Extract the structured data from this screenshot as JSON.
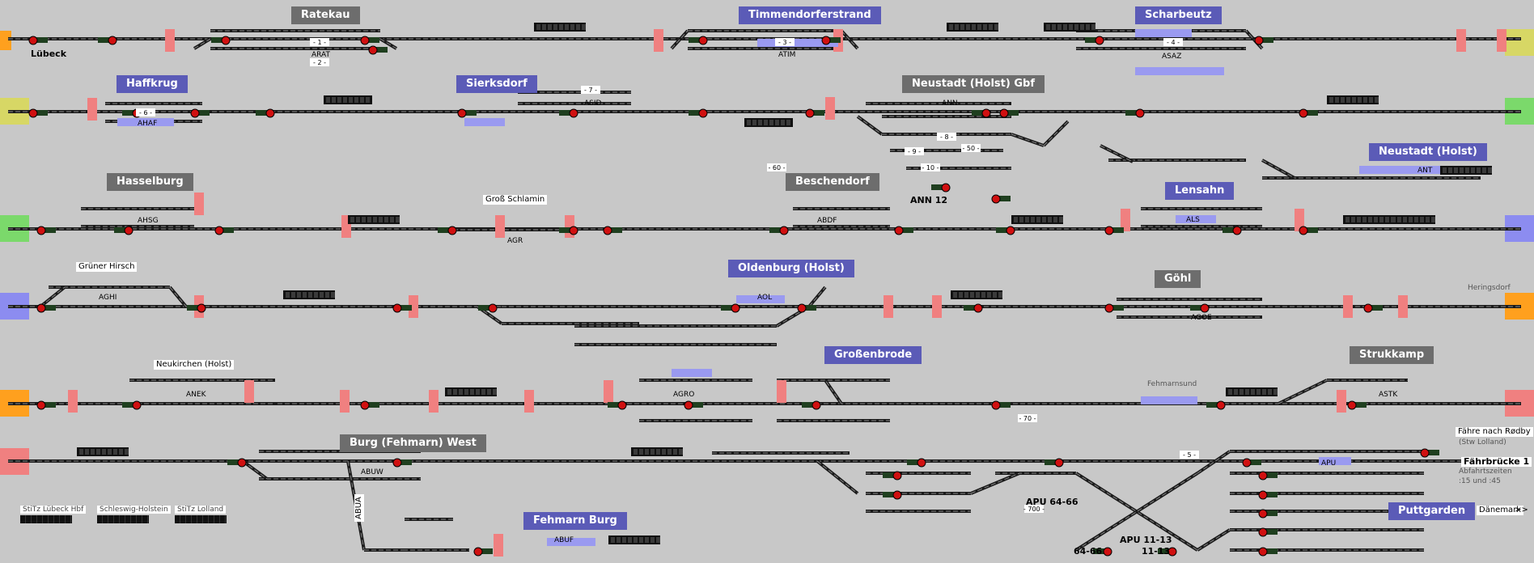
{
  "stations": [
    {
      "id": "ratekau",
      "name": "Ratekau",
      "style": "grey"
    },
    {
      "id": "timmendorferstrand",
      "name": "Timmendorferstrand",
      "style": "blue"
    },
    {
      "id": "scharbeutz",
      "name": "Scharbeutz",
      "style": "blue"
    },
    {
      "id": "haffkrug",
      "name": "Haffkrug",
      "style": "blue"
    },
    {
      "id": "sierksdorf",
      "name": "Sierksdorf",
      "style": "blue"
    },
    {
      "id": "neustadt_gbf",
      "name": "Neustadt (Holst) Gbf",
      "style": "grey"
    },
    {
      "id": "neustadt",
      "name": "Neustadt (Holst)",
      "style": "blue"
    },
    {
      "id": "hasselburg",
      "name": "Hasselburg",
      "style": "grey"
    },
    {
      "id": "beschendorf",
      "name": "Beschendorf",
      "style": "grey"
    },
    {
      "id": "lensahn",
      "name": "Lensahn",
      "style": "blue"
    },
    {
      "id": "oldenburg",
      "name": "Oldenburg (Holst)",
      "style": "blue"
    },
    {
      "id": "goehl",
      "name": "Göhl",
      "style": "grey"
    },
    {
      "id": "grossenbrode",
      "name": "Großenbrode",
      "style": "blue"
    },
    {
      "id": "strukkamp",
      "name": "Strukkamp",
      "style": "grey"
    },
    {
      "id": "burg_west",
      "name": "Burg (Fehmarn) West",
      "style": "grey"
    },
    {
      "id": "fehmarn_burg",
      "name": "Fehmarn Burg",
      "style": "blue"
    },
    {
      "id": "puttgarden",
      "name": "Puttgarden",
      "style": "blue"
    }
  ],
  "labels": {
    "luebeck": "Lübeck",
    "gross_schlamin": "Groß Schlamin",
    "gruener_hirsch": "Grüner Hirsch",
    "neukirchen": "Neukirchen (Holst)",
    "fehmarnsund": "Fehmarnsund",
    "heringsdorf": "Heringsdorf",
    "ann12": "ANN 12",
    "apu_64_66": "APU 64-66",
    "apu_11_13": "APU 11-13",
    "s64_66": "64-66",
    "s11_13": "11-13",
    "faehre_title": "Fähre nach Rødby",
    "faehre_sub": "(Stw Lolland)",
    "faehrbruecke": "Fährbrücke 1",
    "abfahrtszeiten": "Abfahrtszeiten",
    "abfahrt_values": ":15 und :45",
    "daenemark": "Dänemark",
    "arrow": ">>",
    "abua": "ABUA"
  },
  "codes": [
    "ARAT",
    "ATIM",
    "ASAZ",
    "AHAF",
    "ASID",
    "ANN",
    "ANT",
    "AHSG",
    "ABDF",
    "AGR",
    "ALS",
    "AGHI",
    "AOL",
    "AGOE",
    "ANEK",
    "AGRO",
    "ASTK",
    "ABUW",
    "ABUF",
    "APU"
  ],
  "track_numbers": [
    "- 1 -",
    "- 2 -",
    "- 3 -",
    "- 4 -",
    "- 6 -",
    "- 7 -",
    "- 8 -",
    "- 9 -",
    "- 10 -",
    "- 50 -",
    "- 60 -",
    "- 70 -",
    "- 700 -",
    "- 5 -"
  ],
  "stitz": [
    {
      "id": "luebeck_hbf",
      "label": "StiTz Lübeck Hbf"
    },
    {
      "id": "schleswig_holstein",
      "label": "Schleswig-Holstein"
    },
    {
      "id": "lolland",
      "label": "StiTz Lolland"
    }
  ],
  "colors": {
    "background": "#c8c8c8",
    "track": "#1a1a1a",
    "signal_red": "#d01010",
    "signal_green": "#1f6f1f",
    "station_grey": "#6d6d6d",
    "station_blue": "#5b5bb7",
    "block_red": "#f08080",
    "edge_yellow": "#d7d765",
    "edge_green": "#7bd96b",
    "edge_blue": "#8c8cf0",
    "edge_orange": "#ffa01e",
    "highlight_blue": "#9a9af0"
  }
}
